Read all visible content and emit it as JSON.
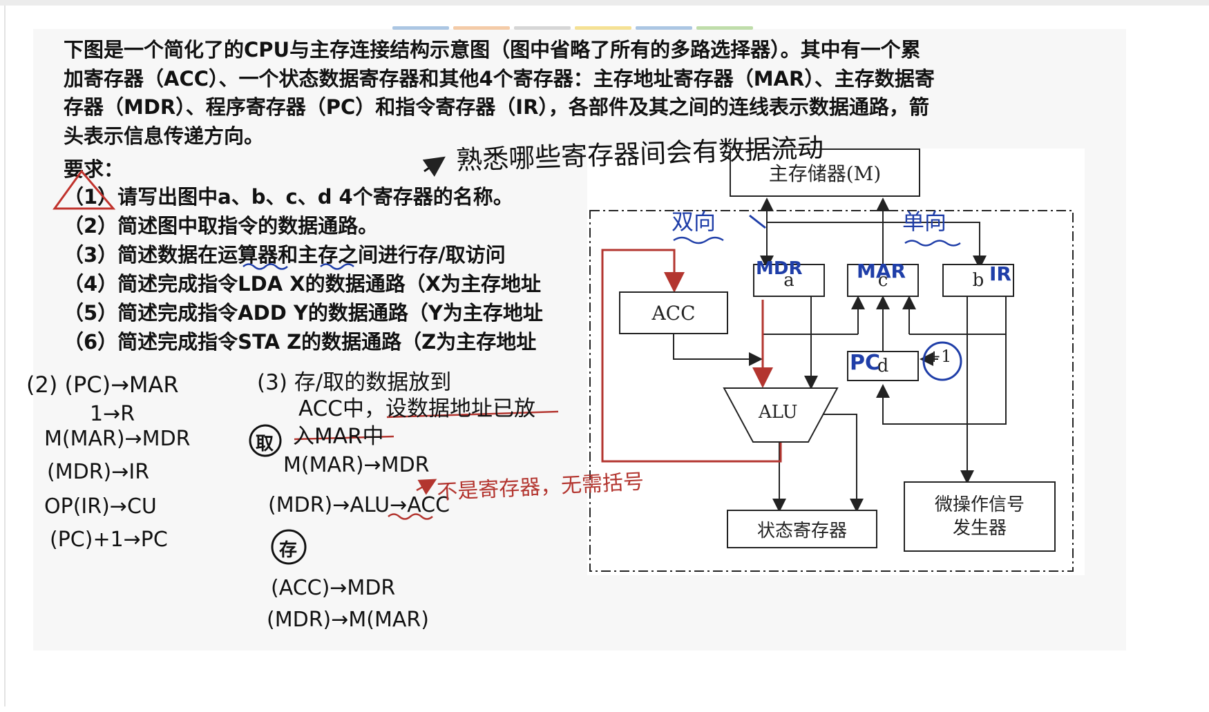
{
  "question": {
    "intro_lines": [
      "下图是一个简化了的CPU与主存连接结构示意图（图中省略了所有的多路选择器）。其中有一个累",
      "加寄存器（ACC）、一个状态数据寄存器和其他4个寄存器：主存地址寄存器（MAR）、主存数据寄",
      "存器（MDR）、程序寄存器（PC）和指令寄存器（IR），各部件及其之间的连线表示数据通路，箭",
      "头表示信息传递方向。"
    ],
    "requirements_label": "要求：",
    "items": [
      "（1）请写出图中a、b、c、d 4个寄存器的名称。",
      "（2）简述图中取指令的数据通路。",
      "（3）简述数据在运算器和主存之间进行存/取访问",
      "（4）简述完成指令LDA  X的数据通路（X为主存地址",
      "（5）简述完成指令ADD  Y的数据通路（Y为主存地址",
      "（6）简述完成指令STA  Z的数据通路（Z为主存地址"
    ]
  },
  "diagram": {
    "memory": "主存储器(M)",
    "acc": "ACC",
    "reg_a": "a",
    "reg_c": "c",
    "reg_b": "b",
    "reg_d": "d",
    "alu": "ALU",
    "plus_one": "+1",
    "status": "状态寄存器",
    "micro_line1": "微操作信号",
    "micro_line2": "发生器"
  },
  "annotations": {
    "top_note": "熟悉哪些寄存器间会有数据流动",
    "bidirectional": "双向",
    "unidirectional": "单向",
    "mdr": "MDR",
    "mar": "MAR",
    "ir": "IR",
    "pc": "PC",
    "ans2": [
      "(2) (PC)→MAR",
      "1→R",
      "M(MAR)→MDR",
      "(MDR)→IR",
      "OP(IR)→CU",
      "(PC)+1→PC"
    ],
    "ans3": [
      "(3) 存/取的数据放到",
      "ACC中，设数据地址已放",
      "入MAR中"
    ],
    "fetch_tag": "取",
    "fetch_lines": [
      "M(MAR)→MDR",
      "(MDR)→ALU→ACC"
    ],
    "note_no_reg": "不是寄存器，无需括号",
    "store_tag": "存",
    "store_lines": [
      "(ACC)→MDR",
      "(MDR)→M(MAR)"
    ]
  },
  "colors": {
    "ink": "#111111",
    "red_pen": "#b3352f",
    "blue_pen": "#1f3ea8"
  }
}
